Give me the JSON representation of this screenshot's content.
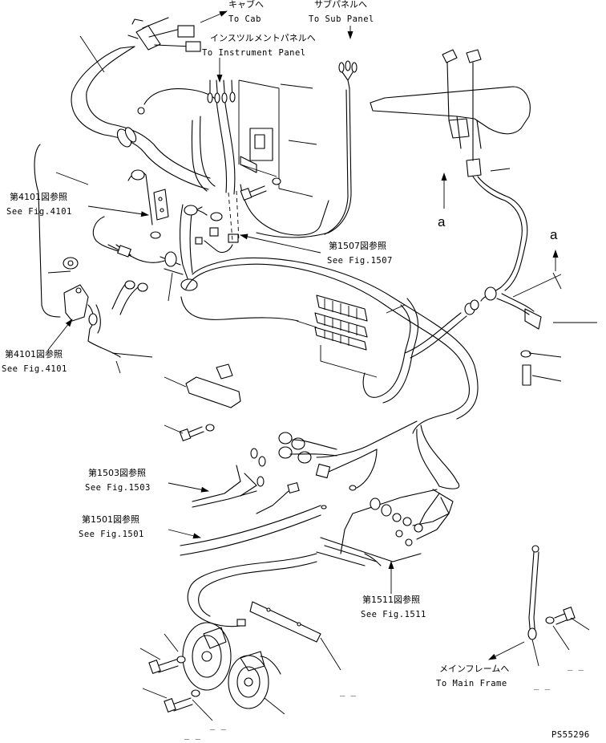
{
  "callouts": {
    "to_cab": {
      "jp": "キャブへ",
      "en": "To Cab"
    },
    "to_sub_panel": {
      "jp": "サブパネルへ",
      "en": "To Sub Panel"
    },
    "to_instrument_panel": {
      "jp": "インスツルメントパネルへ",
      "en": "To Instrument Panel"
    },
    "fig4101_top": {
      "jp": "第4101図参照",
      "en": "See Fig.4101"
    },
    "fig4101_bottom": {
      "jp": "第4101図参照",
      "en": "See Fig.4101"
    },
    "fig1507": {
      "jp": "第1507図参照",
      "en": "See Fig.1507"
    },
    "fig1503": {
      "jp": "第1503図参照",
      "en": "See Fig.1503"
    },
    "fig1501": {
      "jp": "第1501図参照",
      "en": "See Fig.1501"
    },
    "fig1511": {
      "jp": "第1511図参照",
      "en": "See Fig.1511"
    },
    "to_main_frame": {
      "jp": "メインフレームへ",
      "en": "To Main Frame"
    }
  },
  "markers": {
    "a_left": "a",
    "a_right": "a"
  },
  "drawing_number": "PS55296",
  "placeholders": {
    "dash_a": "_ _",
    "dash_b": "_ _",
    "dash_c": "_ _",
    "dash_d": "_ _",
    "dash_e": "_ _"
  }
}
